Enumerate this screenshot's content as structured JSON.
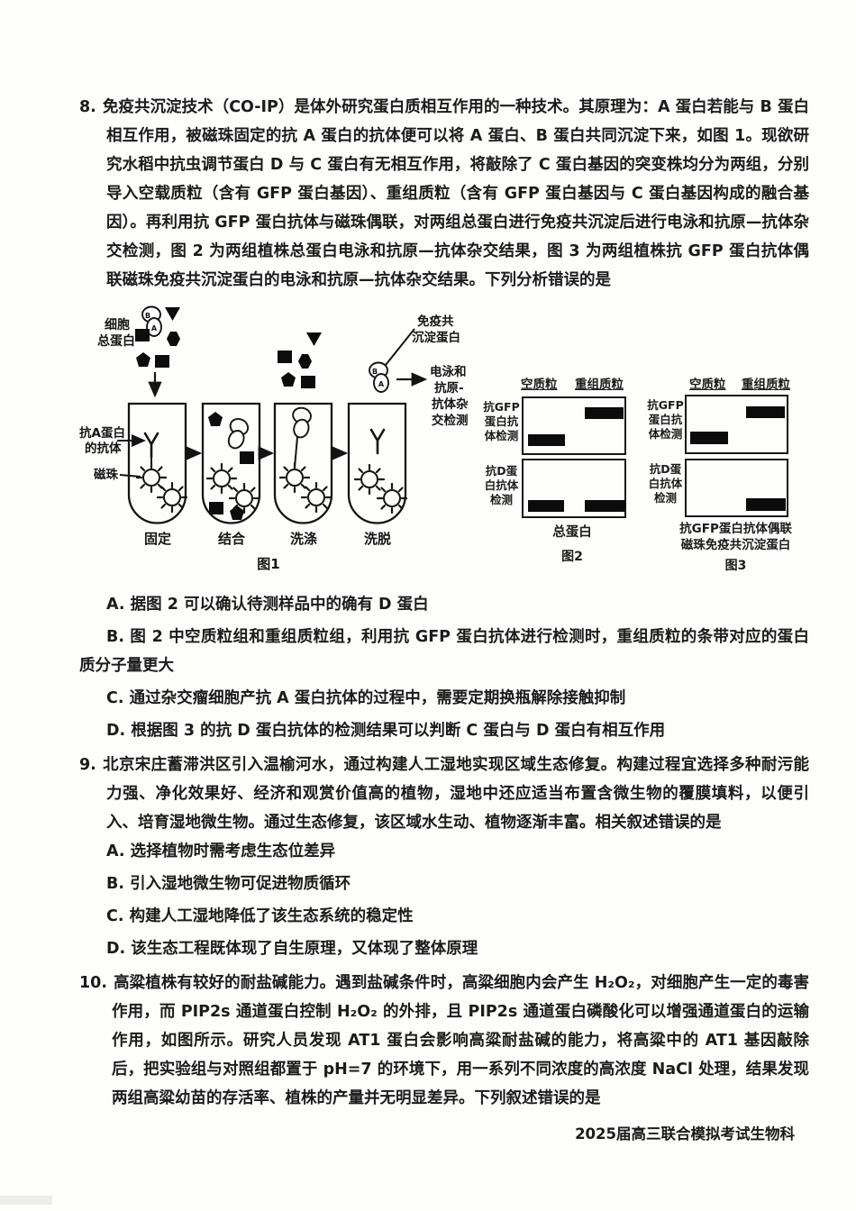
{
  "document": {
    "footer": "2025届高三联合模拟考试生物科"
  },
  "questions": [
    {
      "number": "8.",
      "stem": "免疫共沉淀技术（CO-IP）是体外研究蛋白质相互作用的一种技术。其原理为：A 蛋白若能与 B 蛋白相互作用，被磁珠固定的抗 A 蛋白的抗体便可以将 A 蛋白、B 蛋白共同沉淀下来，如图 1。现欲研究水稻中抗虫调节蛋白 D 与 C 蛋白有无相互作用，将敲除了 C 蛋白基因的突变株均分为两组，分别导入空载质粒（含有 GFP 蛋白基因）、重组质粒（含有 GFP 蛋白基因与 C 蛋白基因构成的融合基因）。再利用抗 GFP 蛋白抗体与磁珠偶联，对两组总蛋白进行免疫共沉淀后进行电泳和抗原—抗体杂交检测，图 2 为两组植株总蛋白电泳和抗原—抗体杂交结果，图 3 为两组植株抗 GFP 蛋白抗体偶联磁珠免疫共沉淀蛋白的电泳和抗原—抗体杂交结果。下列分析错误的是",
      "options": [
        "A. 据图 2 可以确认待测样品中的确有 D 蛋白",
        "B. 图 2 中空质粒组和重组质粒组，利用抗 GFP 蛋白抗体进行检测时，重组质粒的条带对应的蛋白质分子量更大",
        "C. 通过杂交瘤细胞产抗 A 蛋白抗体的过程中，需要定期换瓶解除接触抑制",
        "D. 根据图 3 的抗 D 蛋白抗体的检测结果可以判断 C 蛋白与 D 蛋白有相互作用"
      ]
    },
    {
      "number": "9.",
      "stem": "北京宋庄蓄滞洪区引入温榆河水，通过构建人工湿地实现区域生态修复。构建过程宜选择多种耐污能力强、净化效果好、经济和观赏价值高的植物，湿地中还应适当布置含微生物的覆膜填料，以便引入、培育湿地微生物。通过生态修复，该区域水生动、植物逐渐丰富。相关叙述错误的是",
      "options": [
        "A. 选择植物时需考虑生态位差异",
        "B. 引入湿地微生物可促进物质循环",
        "C. 构建人工湿地降低了该生态系统的稳定性",
        "D. 该生态工程既体现了自生原理，又体现了整体原理"
      ]
    },
    {
      "number": "10.",
      "stem": "高粱植株有较好的耐盐碱能力。遇到盐碱条件时，高粱细胞内会产生 H₂O₂，对细胞产生一定的毒害作用，而 PIP2s 通道蛋白控制 H₂O₂ 的外排，且 PIP2s 通道蛋白磷酸化可以增强通道蛋白的运输作用，如图所示。研究人员发现 AT1 蛋白会影响高粱耐盐碱的能力，将高粱中的 AT1 基因敲除后，把实验组与对照组都置于 pH=7 的环境下，用一系列不同浓度的高浓度 NaCl 处理，结果发现两组高粱幼苗的存活率、植株的产量并无明显差异。下列叙述错误的是",
      "options": []
    }
  ],
  "fig1": {
    "cell_total": [
      "细胞",
      "总蛋白"
    ],
    "anti_a_label": [
      "抗A蛋白",
      "的抗体"
    ],
    "bead_label": "磁珠",
    "protein_b": "B",
    "protein_a": "A",
    "ip_label": [
      "免疫共",
      "沉淀蛋白"
    ],
    "detect_label": [
      "电泳和",
      "抗原-",
      "抗体杂",
      "交检测"
    ],
    "steps": [
      "固定",
      "结合",
      "洗涤",
      "洗脱"
    ],
    "caption": "图1"
  },
  "fig2": {
    "columns": [
      "空质粒",
      "重组质粒"
    ],
    "row1_label": [
      "抗GFP",
      "蛋白抗",
      "体检测"
    ],
    "row2_label": [
      "抗D蛋",
      "白抗体",
      "检测"
    ],
    "sample": "总蛋白",
    "caption": "图2"
  },
  "fig3": {
    "columns": [
      "空质粒",
      "重组质粒"
    ],
    "row1_label": [
      "抗GFP",
      "蛋白抗",
      "体检测"
    ],
    "row2_label": [
      "抗D蛋",
      "白抗体",
      "检测"
    ],
    "sample": [
      "抗GFP蛋白抗体偶联",
      "磁珠免疫共沉淀蛋白"
    ],
    "caption": "图3"
  }
}
